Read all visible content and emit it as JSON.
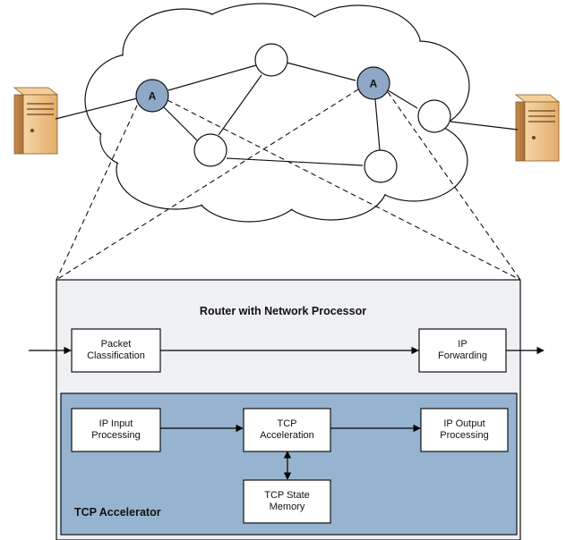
{
  "network": {
    "accelerator_node_label": "A"
  },
  "router": {
    "title": "Router with Network Processor",
    "packet_classification": "Packet\nClassification",
    "ip_forwarding": "IP\nForwarding"
  },
  "accelerator": {
    "title": "TCP Accelerator",
    "ip_input": "IP Input\nProcessing",
    "tcp_acceleration": "TCP\nAcceleration",
    "ip_output": "IP Output\nProcessing",
    "tcp_state_memory": "TCP State\nMemory"
  },
  "colors": {
    "router_bg": "#eef0f3",
    "accelerator_bg": "#96b4d0",
    "accelerator_node": "#8ea8c6",
    "server_orange": "#eec591",
    "server_dark": "#c8904e"
  }
}
